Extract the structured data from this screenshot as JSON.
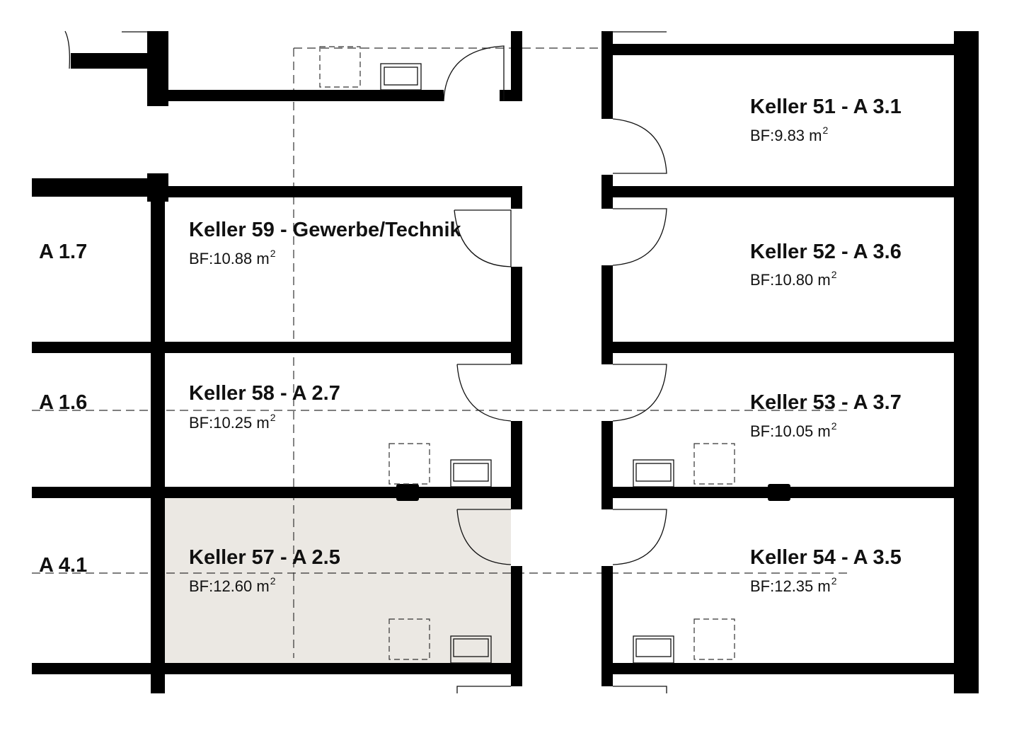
{
  "colors": {
    "wall": "#000000",
    "highlight": "#ebe8e3",
    "background": "#ffffff"
  },
  "axes": [
    {
      "label": "A 1.7"
    },
    {
      "label": "A 1.6"
    },
    {
      "label": "A 4.1"
    }
  ],
  "rooms": [
    {
      "name": "Keller 51 - A 3.1",
      "area": "BF:9.83 m",
      "unit_sup": "2"
    },
    {
      "name": "Keller 52 - A 3.6",
      "area": "BF:10.80 m",
      "unit_sup": "2"
    },
    {
      "name": "Keller 53 - A 3.7",
      "area": "BF:10.05 m",
      "unit_sup": "2"
    },
    {
      "name": "Keller 54 - A 3.5",
      "area": "BF:12.35 m",
      "unit_sup": "2"
    },
    {
      "name": "Keller 59 - Gewerbe/Technik",
      "area": "BF:10.88 m",
      "unit_sup": "2"
    },
    {
      "name": "Keller 58 - A 2.7",
      "area": "BF:10.25 m",
      "unit_sup": "2"
    },
    {
      "name": "Keller 57 - A 2.5",
      "area": "BF:12.60 m",
      "unit_sup": "2",
      "highlighted": true
    }
  ]
}
